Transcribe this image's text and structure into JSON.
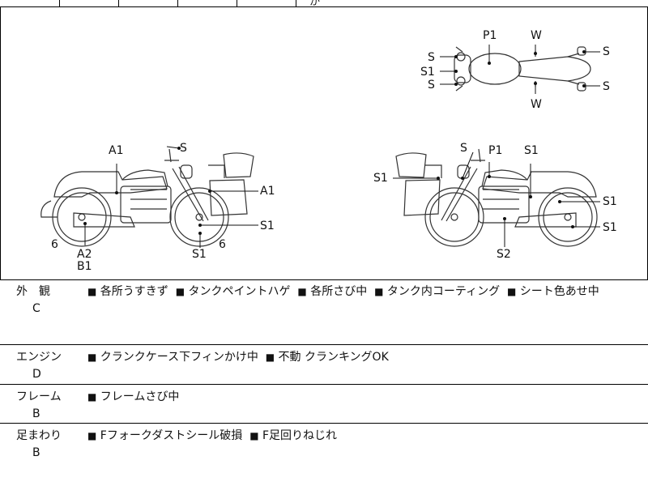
{
  "top_strip": {
    "partial_text": "か"
  },
  "diagram": {
    "top_view": {
      "labels": [
        "P1",
        "W",
        "S",
        "S1",
        "S",
        "S",
        "S",
        "W"
      ]
    },
    "left_view": {
      "labels": [
        "A1",
        "S",
        "A1",
        "S1",
        "6",
        "A2",
        "B1",
        "S1",
        "6"
      ]
    },
    "right_view": {
      "labels": [
        "S",
        "P1",
        "S1",
        "S1",
        "S1",
        "S1",
        "S2"
      ]
    }
  },
  "rows": [
    {
      "category": "外　観",
      "grade": "C",
      "notes": [
        "各所うすきず",
        "タンクペイントハゲ",
        "各所さび中",
        "タンク内コーティング",
        "シート色あせ中"
      ]
    },
    {
      "category": "エンジン",
      "grade": "D",
      "notes": [
        "クランクケース下フィンかけ中",
        "不動 クランキングOK"
      ]
    },
    {
      "category": "フレーム",
      "grade": "B",
      "notes": [
        "フレームさび中"
      ]
    },
    {
      "category": "足まわり",
      "grade": "B",
      "notes": [
        "Fフォークダストシール破損",
        "F足回りねじれ"
      ]
    }
  ],
  "icons": {
    "bullet": "black-square-icon"
  }
}
